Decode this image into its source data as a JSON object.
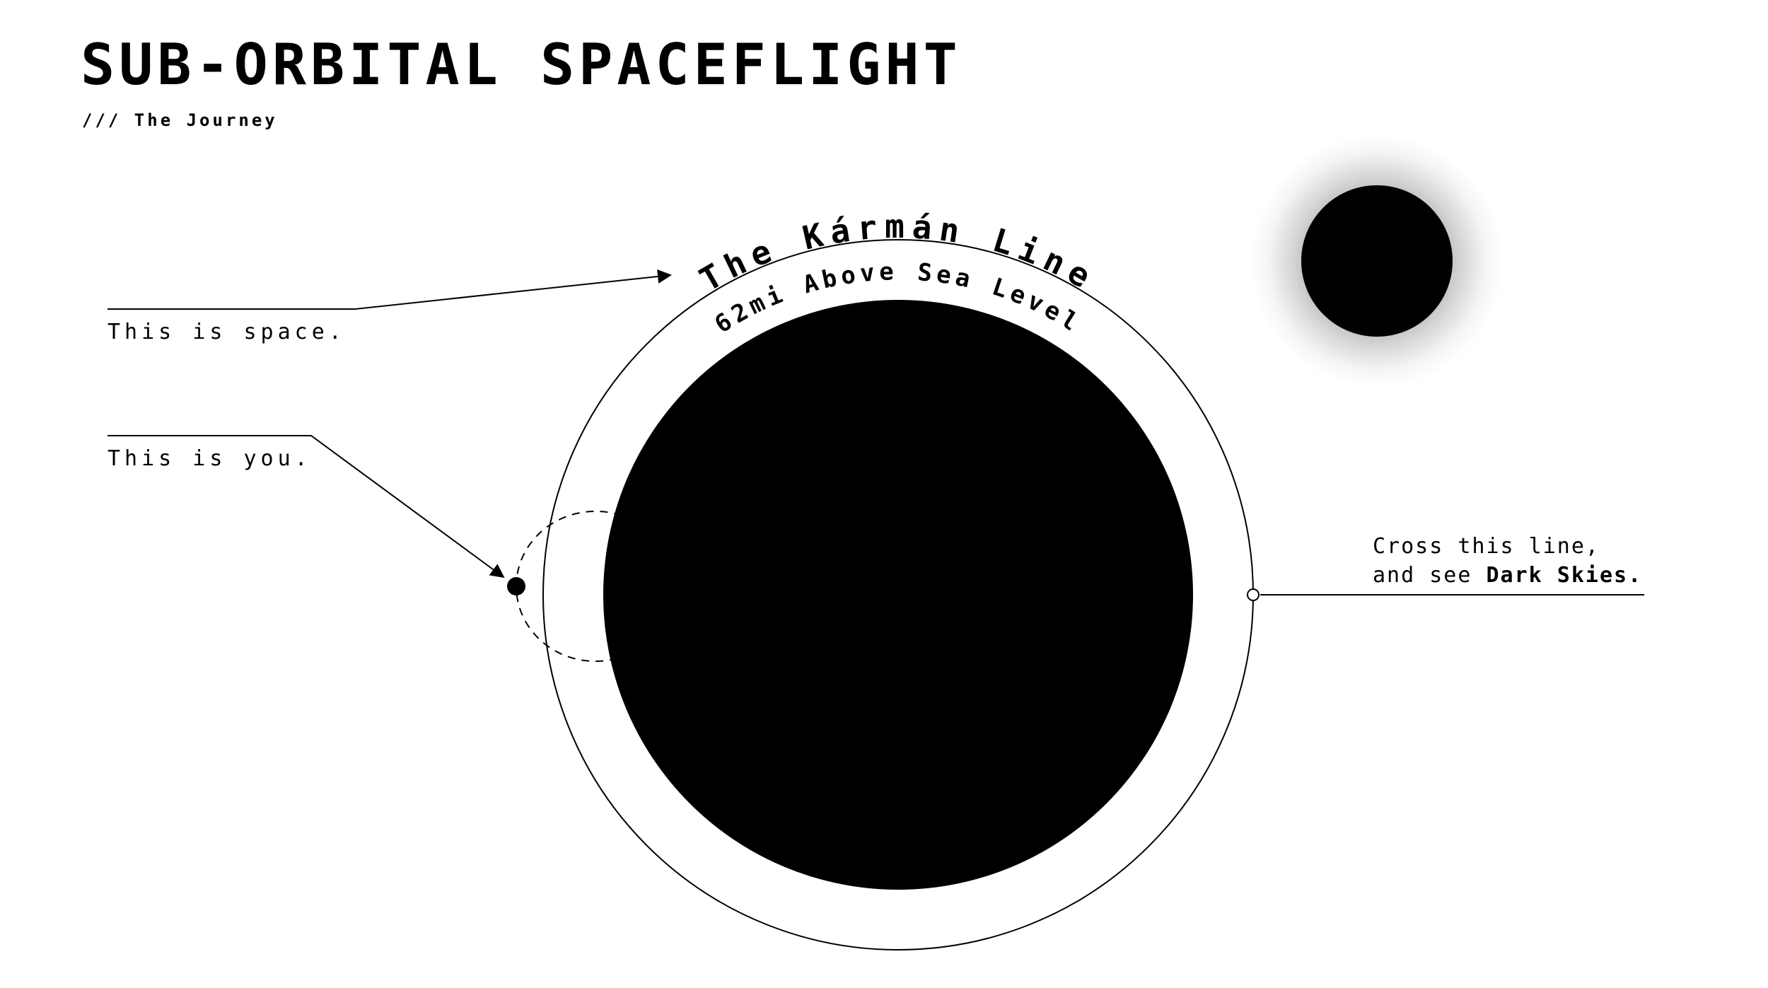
{
  "header": {
    "title": "SUB-ORBITAL SPACEFLIGHT",
    "subtitle": "/// The Journey"
  },
  "diagram": {
    "arc_title": "The Kármán Line",
    "arc_subtitle": "62mi Above Sea Level"
  },
  "labels": {
    "space": "This is space.",
    "you": "This is you.",
    "cross_line1": "Cross this line,",
    "cross_line2_prefix": "and see ",
    "cross_line2_bold": "Dark Skies."
  },
  "colors": {
    "ink": "#000000",
    "background": "#ffffff"
  }
}
